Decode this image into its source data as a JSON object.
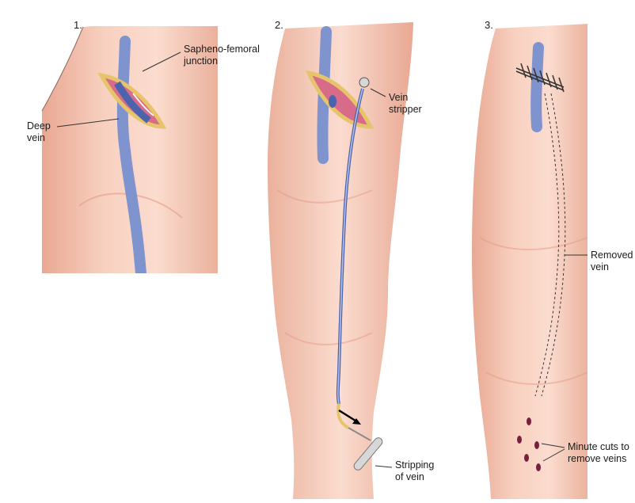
{
  "panels": [
    {
      "step": "1.",
      "labels": {
        "junction": "Sapheno-femoral\njunction",
        "deep_vein": "Deep\nvein"
      }
    },
    {
      "step": "2.",
      "labels": {
        "vein_stripper": "Vein\nstripper",
        "stripping": "Stripping\nof vein"
      }
    },
    {
      "step": "3.",
      "labels": {
        "removed_vein": "Removed\nvein",
        "minute_cuts": "Minute cuts to\nremove veins"
      }
    }
  ],
  "colors": {
    "skin": "#f6c9b6",
    "skin_shadow": "#e7a995",
    "skin_highlight": "#fde3d8",
    "vein": "#7f93cf",
    "vein_dark": "#4c63ad",
    "incision_rim": "#e6c56a",
    "tissue": "#d96b8a",
    "metal": "#d7d7d7"
  }
}
